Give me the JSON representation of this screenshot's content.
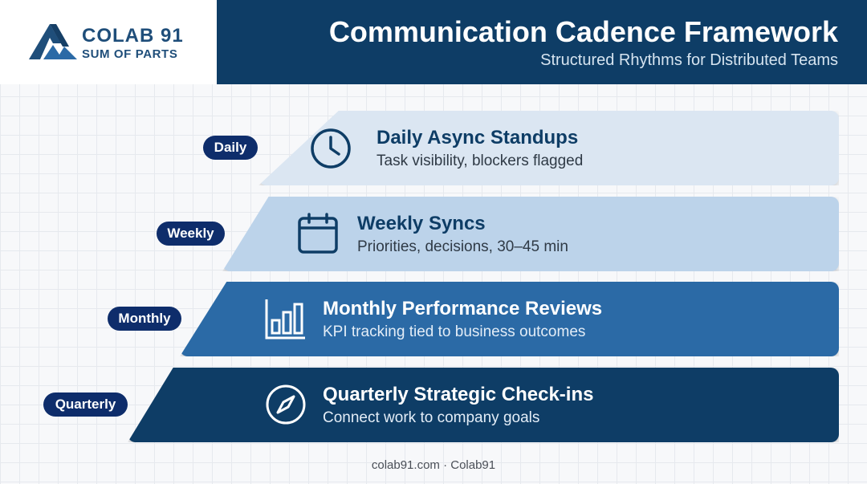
{
  "brand": {
    "name": "COLAB 91",
    "tagline": "SUM OF PARTS"
  },
  "header": {
    "title": "Communication Cadence Framework",
    "subtitle": "Structured Rhythms for Distributed Teams"
  },
  "cadences": [
    {
      "label": "Daily",
      "title": "Daily Async Standups",
      "description": "Task visibility, blockers flagged",
      "icon": "clock-icon",
      "fill": "#dbe6f2",
      "text_color": "#0e3d66"
    },
    {
      "label": "Weekly",
      "title": "Weekly Syncs",
      "description": "Priorities, decisions, 30–45 min",
      "icon": "calendar-icon",
      "fill": "#bcd3ea",
      "text_color": "#0e3d66"
    },
    {
      "label": "Monthly",
      "title": "Monthly Performance Reviews",
      "description": "KPI tracking tied to business outcomes",
      "icon": "bar-chart-icon",
      "fill": "#2b6aa6",
      "text_color": "#ffffff"
    },
    {
      "label": "Quarterly",
      "title": "Quarterly Strategic Check-ins",
      "description": "Connect work to company goals",
      "icon": "compass-icon",
      "fill": "#0e3d66",
      "text_color": "#ffffff"
    }
  ],
  "footer": {
    "text": "colab91.com · Colab91"
  },
  "colors": {
    "header_bg": "#0e3d66",
    "pill_bg": "#0e2d6b",
    "brand_blue": "#1f4e7a"
  }
}
